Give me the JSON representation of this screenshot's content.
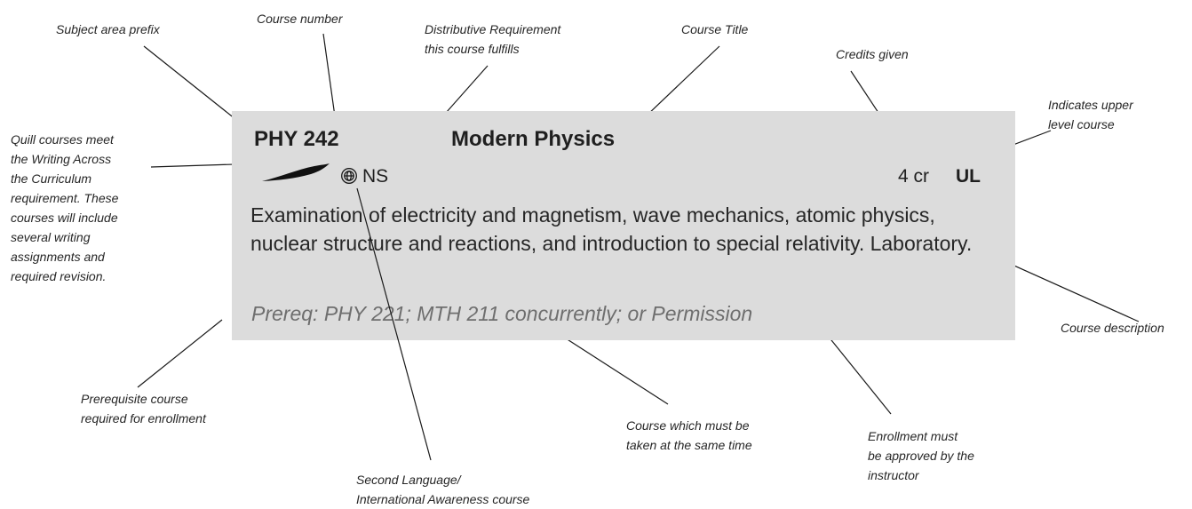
{
  "course": {
    "code": "PHY 242",
    "title": "Modern Physics",
    "requirement": "NS",
    "credits": "4 cr",
    "level": "UL",
    "description": "Examination of electricity and magnetism, wave mechanics, atomic physics, nuclear structure and reactions, and introduction to special relativity. Laboratory.",
    "prereq": "Prereq: PHY 221; MTH 211 concurrently; or Permission"
  },
  "annotations": {
    "subject_prefix": "Subject area prefix",
    "course_number": "Course number",
    "distributive": [
      "Distributive Requirement",
      "this course fulfills"
    ],
    "course_title": "Course Title",
    "credits_given": "Credits given",
    "upper_level": [
      "Indicates upper",
      "level course"
    ],
    "quill": [
      "Quill courses meet",
      "the Writing Across",
      "the Curriculum",
      "requirement. These",
      "courses will include",
      "several writing",
      "assignments and",
      "required revision."
    ],
    "course_description": "Course description",
    "prerequisite": [
      "Prerequisite course",
      "required for enrollment"
    ],
    "concurrent": [
      "Course which must be",
      "taken at the same time"
    ],
    "permission": [
      "Enrollment must",
      "be approved by the",
      "instructor"
    ],
    "second_language": [
      "Second Language/",
      "International Awareness course"
    ]
  },
  "icons": {
    "quill": "quill-icon",
    "globe": "globe-icon"
  }
}
